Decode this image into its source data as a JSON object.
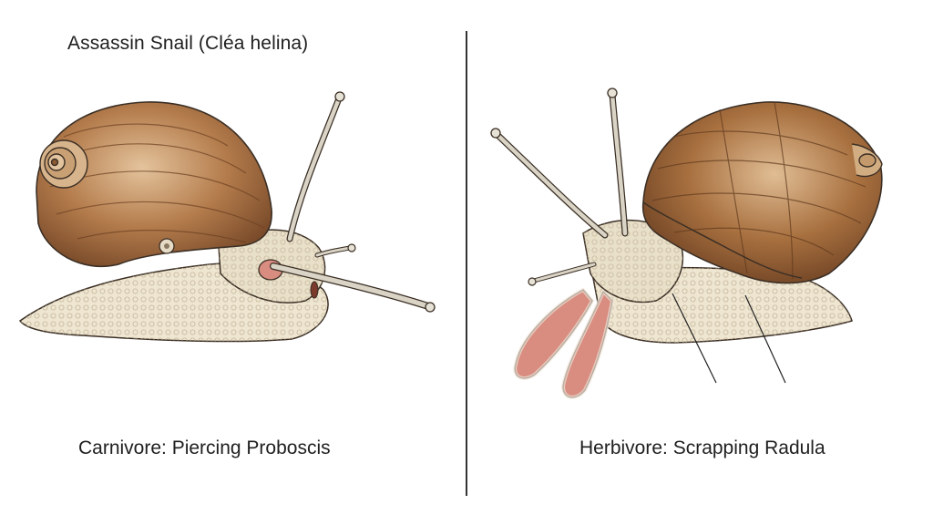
{
  "title": "Assassin Snail (Cléa helina)",
  "left_panel": {
    "caption": "Carnivore: Piercing Proboscis"
  },
  "right_panel": {
    "caption": "Herbivore: Scrapping Radula"
  },
  "colors": {
    "shell_dark": "#8a5a34",
    "shell_light": "#d9b48a",
    "body": "#efe6d2",
    "mouth": "#d98c80",
    "line": "#3b2f25"
  }
}
